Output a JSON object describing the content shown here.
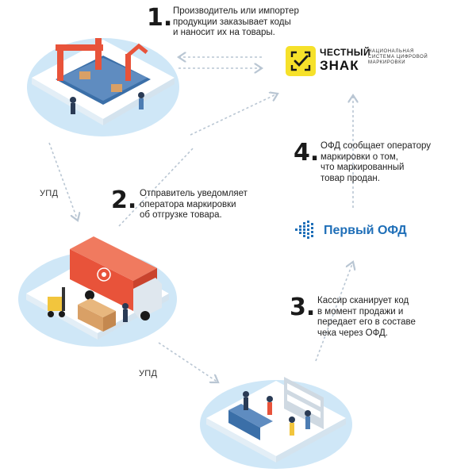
{
  "colors": {
    "platform": "#cfe7f7",
    "platform_top": "#ffffff",
    "arrow": "#b9c6d3",
    "brand_yellow": "#f6e12a",
    "ofd_blue": "#1f6fb8",
    "truck_orange": "#e8533a",
    "conveyor_blue": "#3b6fa8"
  },
  "steps": [
    {
      "number": "1.",
      "lines": [
        "Производитель или импортер",
        "продукции заказывает коды",
        "и наносит их на товары."
      ]
    },
    {
      "number": "2.",
      "lines": [
        "Отправитель уведомляет",
        "оператора маркировки",
        "об отгрузке товара."
      ]
    },
    {
      "number": "3.",
      "lines": [
        "Кассир сканирует код",
        "в момент продажи и",
        "передает его в составе",
        "чека через ОФД."
      ]
    },
    {
      "number": "4.",
      "lines": [
        "ОФД сообщает оператору",
        "маркировки о том,",
        "что маркированный",
        "товар продан."
      ]
    }
  ],
  "connectors": {
    "upd_1": "УПД",
    "upd_2": "УПД"
  },
  "chestny_znak": {
    "word1": "ЧЕСТНЫЙ",
    "word2": "ЗНАК",
    "sub_lines": [
      "НАЦИОНАЛЬНАЯ",
      "СИСТЕМА ЦИФРОВОЙ",
      "МАРКИРОВКИ"
    ],
    "icon": "check-in-frame-icon"
  },
  "ofd": {
    "name": "Первый ОФД",
    "icon": "dot-grid-logo-icon"
  }
}
